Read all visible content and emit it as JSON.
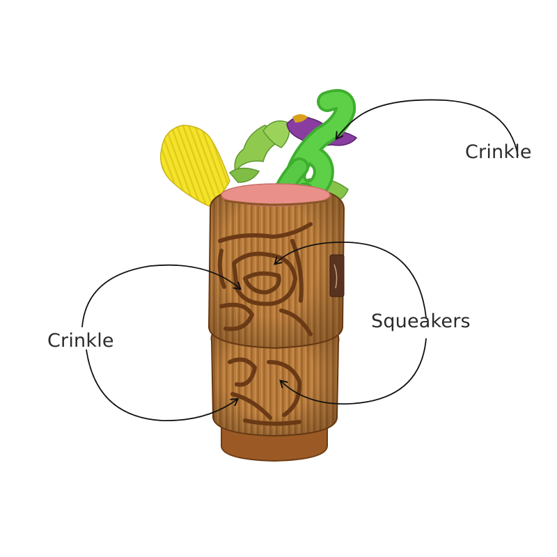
{
  "callouts": {
    "top_right": "Crinkle",
    "middle_right": "Squeakers",
    "left": "Crinkle"
  },
  "colors": {
    "background": "#ffffff",
    "cup_body": "#b77a3c",
    "cup_rib_dark": "#8a5526",
    "carving": "#6a3a16",
    "base": "#9b5a25",
    "foam": "#e9908a",
    "straw_green": "#4cc23a",
    "pineapple_yellow": "#f2e22a",
    "leaf_green": "#86c34a",
    "flower_purple": "#8a3da0",
    "tag": "#5a3320"
  },
  "icons": {
    "annotation_arrow": "curved-arrow"
  }
}
